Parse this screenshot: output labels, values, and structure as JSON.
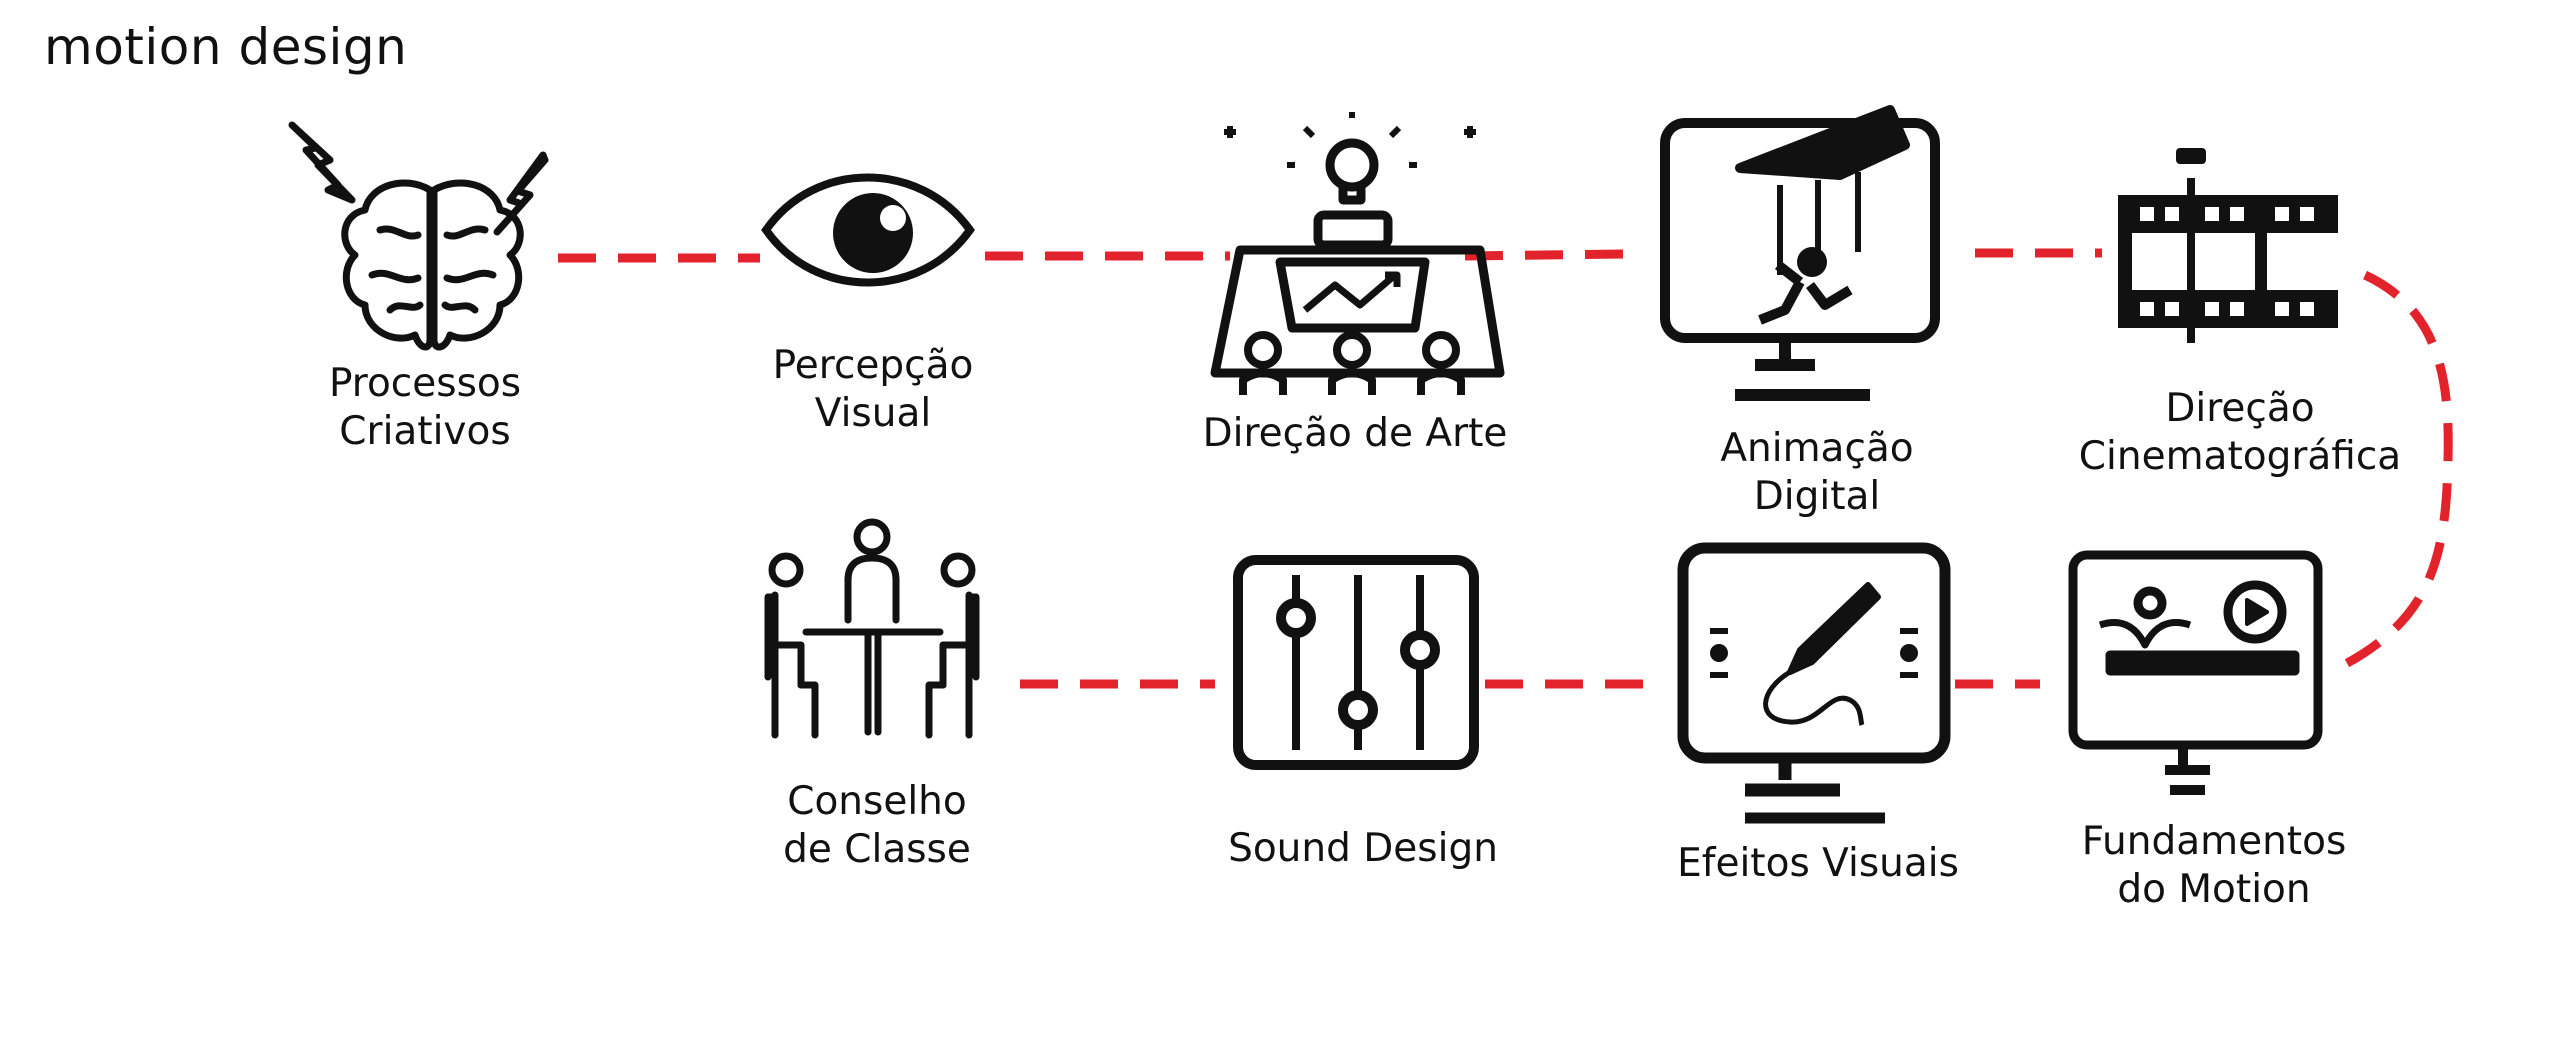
{
  "title": "motion design",
  "colors": {
    "connector": "#e3232b",
    "icon": "#111111"
  },
  "nodes": [
    {
      "id": "processos-criativos",
      "icon": "brain-lightning-icon",
      "label_lines": [
        "Processos",
        "Criativos"
      ]
    },
    {
      "id": "percepcao-visual",
      "icon": "eye-icon",
      "label_lines": [
        "Percepção",
        "Visual"
      ]
    },
    {
      "id": "direcao-de-arte",
      "icon": "presentation-meeting-icon",
      "label_lines": [
        "Direção de Arte"
      ]
    },
    {
      "id": "animacao-digital",
      "icon": "puppet-monitor-icon",
      "label_lines": [
        "Animação",
        "Digital"
      ]
    },
    {
      "id": "direcao-cinematografica",
      "icon": "film-strip-icon",
      "label_lines": [
        "Direção",
        "Cinematográfica"
      ]
    },
    {
      "id": "fundamentos-do-motion",
      "icon": "monitor-play-icon",
      "label_lines": [
        "Fundamentos",
        "do Motion"
      ]
    },
    {
      "id": "efeitos-visuais",
      "icon": "tablet-pen-icon",
      "label_lines": [
        "Efeitos Visuais"
      ]
    },
    {
      "id": "sound-design",
      "icon": "equalizer-sliders-icon",
      "label_lines": [
        "Sound Design"
      ]
    },
    {
      "id": "conselho-de-classe",
      "icon": "meeting-table-icon",
      "label_lines": [
        "Conselho",
        "de Classe"
      ]
    }
  ],
  "connections": [
    [
      "processos-criativos",
      "percepcao-visual"
    ],
    [
      "percepcao-visual",
      "direcao-de-arte"
    ],
    [
      "direcao-de-arte",
      "animacao-digital"
    ],
    [
      "animacao-digital",
      "direcao-cinematografica"
    ],
    [
      "direcao-cinematografica",
      "fundamentos-do-motion"
    ],
    [
      "fundamentos-do-motion",
      "efeitos-visuais"
    ],
    [
      "efeitos-visuais",
      "sound-design"
    ],
    [
      "sound-design",
      "conselho-de-classe"
    ]
  ]
}
